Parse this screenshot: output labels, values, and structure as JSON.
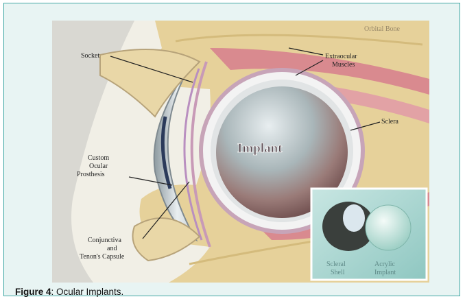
{
  "figure": {
    "label": "Figure 4",
    "caption_text": ": Ocular Implants."
  },
  "labels": {
    "orbital_bone": "Orbital Bone",
    "socket": "Socket",
    "extraocular_muscles_l1": "Extraocular",
    "extraocular_muscles_l2": "Muscles",
    "sclera": "Sclera",
    "implant": "Implant",
    "custom_l1": "Custom",
    "custom_l2": "Ocular",
    "custom_l3": "Prosthesis",
    "conj_l1": "Conjunctiva",
    "conj_l2": "and",
    "conj_l3": "Tenon's Capsule",
    "scleral_l1": "Scleral",
    "scleral_l2": "Shell",
    "acrylic_l1": "Acrylic",
    "acrylic_l2": "Implant"
  },
  "colors": {
    "border": "#3fa7a3",
    "panel_bg": "#e8f4f3",
    "bone": "#e6d19a",
    "muscle": "#d98a8f",
    "sclera": "#f2f2f2"
  }
}
